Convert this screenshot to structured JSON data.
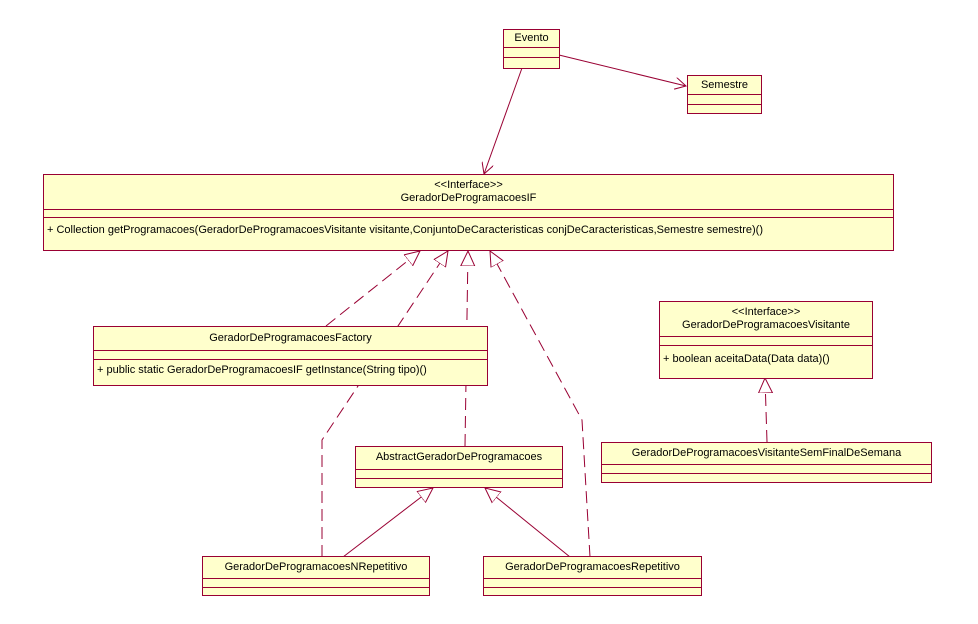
{
  "classes": {
    "evento": {
      "name": "Evento"
    },
    "semestre": {
      "name": "Semestre"
    },
    "gerador_if": {
      "stereotype": "<<Interface>>",
      "name": "GeradorDeProgramacoesIF",
      "operations": [
        "+ Collection getProgramacoes(GeradorDeProgramacoesVisitante visitante,ConjuntoDeCaracteristicas conjDeCaracteristicas,Semestre semestre)()"
      ]
    },
    "factory": {
      "name": "GeradorDeProgramacoesFactory",
      "operations": [
        "+ public static GeradorDeProgramacoesIF getInstance(String tipo)()"
      ]
    },
    "visitante": {
      "stereotype": "<<Interface>>",
      "name": "GeradorDeProgramacoesVisitante",
      "operations": [
        "+ boolean aceitaData(Data data)()"
      ]
    },
    "visitante_sfs": {
      "name": "GeradorDeProgramacoesVisitanteSemFinalDeSemana"
    },
    "abstract": {
      "name": "AbstractGeradorDeProgramacoes"
    },
    "nrepetitivo": {
      "name": "GeradorDeProgramacoesNRepetitivo"
    },
    "repetitivo": {
      "name": "GeradorDeProgramacoesRepetitivo"
    }
  },
  "colors": {
    "line": "#990033",
    "fill": "#ffffcc"
  }
}
